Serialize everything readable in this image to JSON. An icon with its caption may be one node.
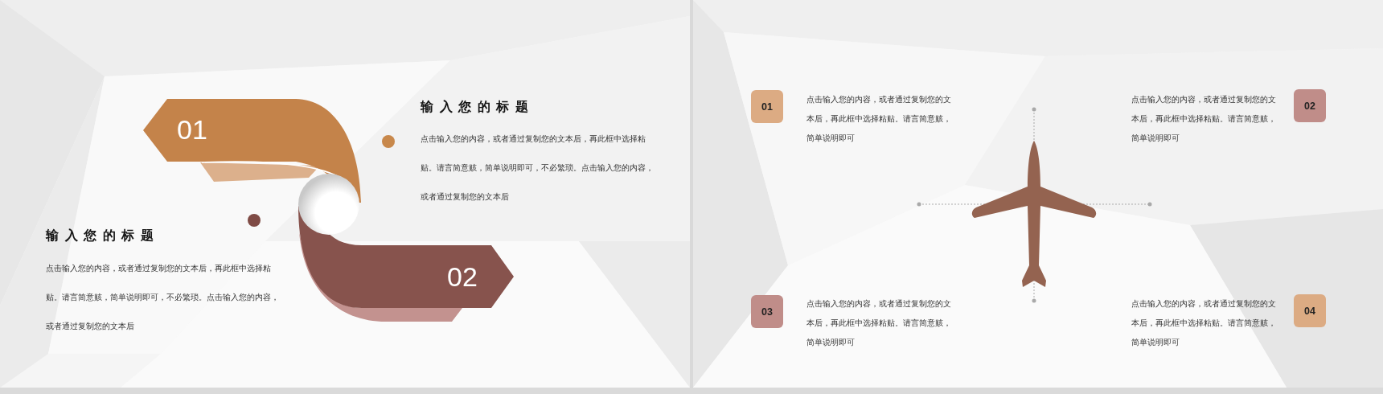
{
  "diagram": {
    "nodes": [
      {
        "text": [
          "01"
        ]
      },
      {
        "text": [
          "02"
        ]
      },
      {
        "text": [
          "01"
        ],
        "beside": [
          "点击输入您的内容，或者通过复制您的文本后，再此框中选择粘贴。请言简意赅，简单说明即可"
        ]
      },
      {
        "text": [
          "02"
        ],
        "beside": [
          "点击输入您的内容，或者通过复制您的文本后，再此框中选择粘贴。请言简意赅，简单说明即可"
        ]
      },
      {
        "text": [
          "03"
        ],
        "beside": [
          "点击输入您的内容，或者通过复制您的文本后，再此框中选择粘贴。请言简意赅，简单说明即可"
        ]
      },
      {
        "text": [
          "04"
        ],
        "beside": [
          "点击输入您的内容，或者通过复制您的文本后，再此框中选择粘贴。请言简意赅，简单说明即可"
        ]
      }
    ],
    "labels": [
      "输入您的标题",
      "点击输入您的内容，或者通过复制您的文本后，再此框中选择粘贴。请言简意赅，简单说明即可，不必繁琐。点击输入您的内容，或者通过复制您的文本后",
      "输入您的标题",
      "点击输入您的内容，或者通过复制您的文本后，再此框中选择粘贴。请言简意赅，简单说明即可，不必繁琐。点击输入您的内容，或者通过复制您的文本后"
    ]
  }
}
